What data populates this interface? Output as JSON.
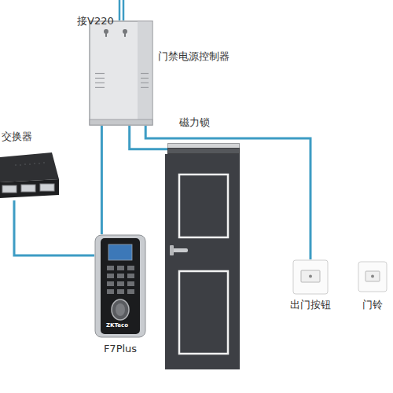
{
  "diagram": {
    "nodes": [
      {
        "text": [
          "门禁电源控制器"
        ]
      },
      {
        "text": [
          "磁力锁"
        ]
      },
      {
        "text": [
          "交换器"
        ]
      },
      {
        "text": [
          "F7Plus"
        ]
      },
      {
        "text": [
          "出门按钮"
        ]
      },
      {
        "text": [
          "门铃"
        ]
      }
    ],
    "edges": [
      {
        "from": 0,
        "to": 1,
        "arrow": "none"
      },
      {
        "from": 0,
        "to": 3,
        "arrow": "none"
      },
      {
        "from": 0,
        "to": 4,
        "arrow": "none"
      },
      {
        "from": 2,
        "to": 3,
        "arrow": "none"
      }
    ],
    "labels": [
      "接V220",
      "ZKTeco"
    ]
  }
}
